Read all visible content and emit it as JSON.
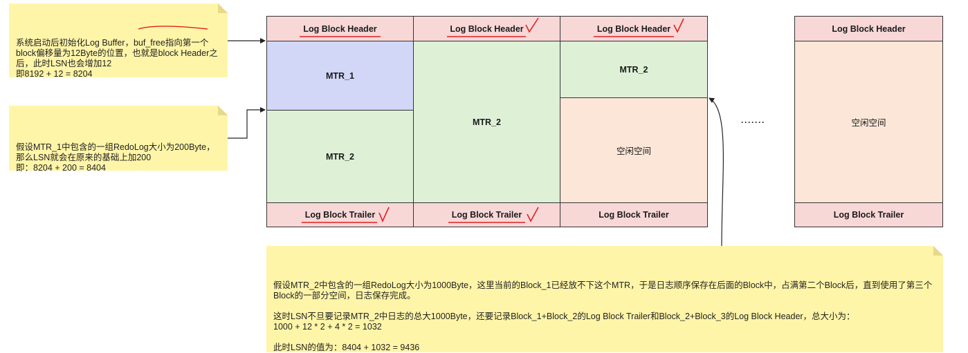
{
  "notes": {
    "note1": "系统启动后初始化Log Buffer，buf_free指向第一个block偏移量为12Byte的位置，也就是block Header之后，此时LSN也会增加12\n即8192 + 12 = 8204",
    "note2": "假设MTR_1中包含的一组RedoLog大小为200Byte，那么LSN就会在原来的基础上加200\n即：8204 + 200 = 8404",
    "note3": "假设MTR_2中包含的一组RedoLog大小为1000Byte，这里当前的Block_1已经放不下这个MTR，于是日志顺序保存在后面的Block中，占满第二个Block后，直到使用了第三个Block的一部分空间，日志保存完成。\n\n这时LSN不旦要记录MTR_2中日志的总大1000Byte，还要记录Block_1+Block_2的Log Block Trailer和Block_2+Block_3的Log Block Header，总大小为：\n1000 + 12 * 2 + 4 * 2 = 1032\n\n此时LSN的值为：8404 + 1032 = 9436"
  },
  "blocks": {
    "block1": {
      "header": "Log Block Header",
      "mtr1": "MTR_1",
      "mtr2": "MTR_2",
      "trailer": "Log Block Trailer"
    },
    "block2": {
      "header": "Log Block Header",
      "mtr2": "MTR_2",
      "trailer": "Log Block Trailer"
    },
    "block3": {
      "header": "Log Block Header",
      "mtr2": "MTR_2",
      "free": "空闲空间",
      "trailer": "Log Block Trailer"
    },
    "block4": {
      "header": "Log Block Header",
      "free": "空闲空间",
      "trailer": "Log Block Trailer"
    }
  },
  "ellipsis": "·······",
  "colors": {
    "note": "#fff5a8",
    "header_fill": "#f8d7d7",
    "mtr1_fill": "#d2d6f7",
    "mtr2_fill": "#def0d6",
    "free_fill": "#fbe6d7",
    "annotation_red": "#e02020"
  }
}
